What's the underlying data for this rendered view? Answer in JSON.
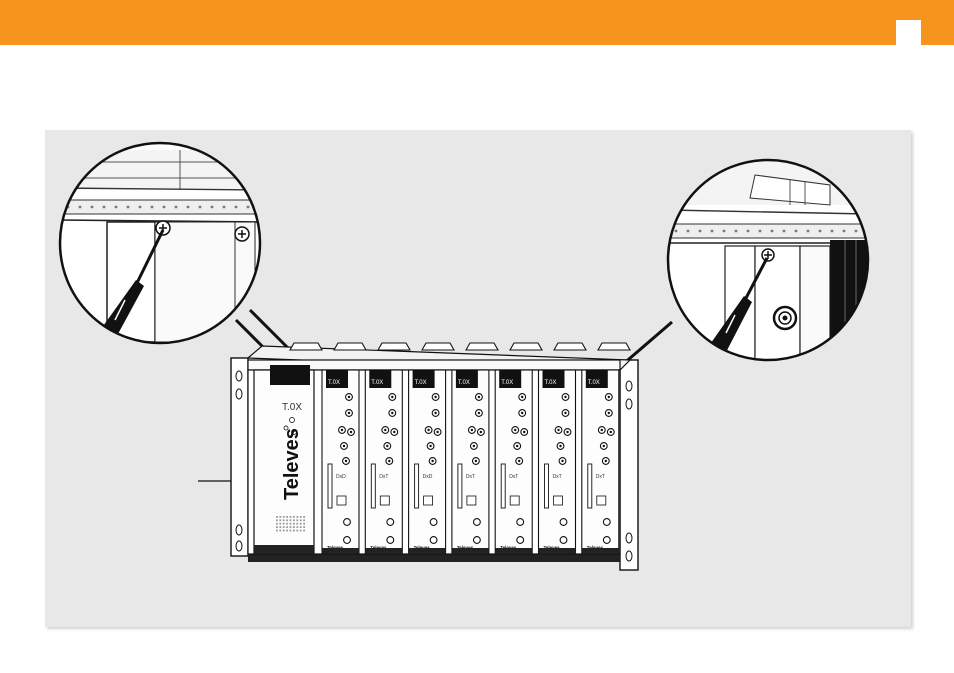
{
  "colors": {
    "header_accent": "#f7941d",
    "panel_bg": "#e8e8e8"
  },
  "rack": {
    "brand": "Televes",
    "main_module": {
      "logo": "T.0X"
    },
    "modules": [
      {
        "logo": "T.0X",
        "label": "DxD"
      },
      {
        "logo": "T.0X",
        "label": "DxT"
      },
      {
        "logo": "T.0X",
        "label": "DxD"
      },
      {
        "logo": "T.0X",
        "label": "DxT"
      },
      {
        "logo": "T.0X",
        "label": "DxT"
      },
      {
        "logo": "T.0X",
        "label": "DxT"
      },
      {
        "logo": "T.0X",
        "label": "DxT"
      }
    ]
  },
  "icons": {
    "screw": "screw-icon",
    "screwdriver": "screwdriver-icon",
    "zoom": "magnifier-circle"
  }
}
